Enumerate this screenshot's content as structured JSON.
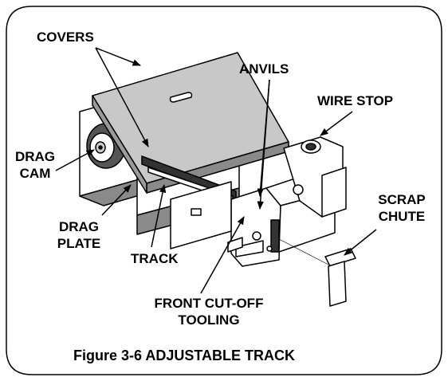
{
  "figure": {
    "caption": "Figure 3-6 ADJUSTABLE TRACK"
  },
  "labels": {
    "covers": "COVERS",
    "anvils": "ANVILS",
    "wire_stop": "WIRE STOP",
    "drag_cam_line1": "DRAG",
    "drag_cam_line2": "CAM",
    "drag_plate_line1": "DRAG",
    "drag_plate_line2": "PLATE",
    "track": "TRACK",
    "scrap_chute_line1": "SCRAP",
    "scrap_chute_line2": "CHUTE",
    "front_cutoff_line1": "FRONT CUT-OFF",
    "front_cutoff_line2": "TOOLING"
  },
  "colors": {
    "outline": "#000000",
    "cover_fill": "#c8c8c8",
    "body_fill": "#ffffff",
    "shadow_fill": "#8a8a8a"
  }
}
